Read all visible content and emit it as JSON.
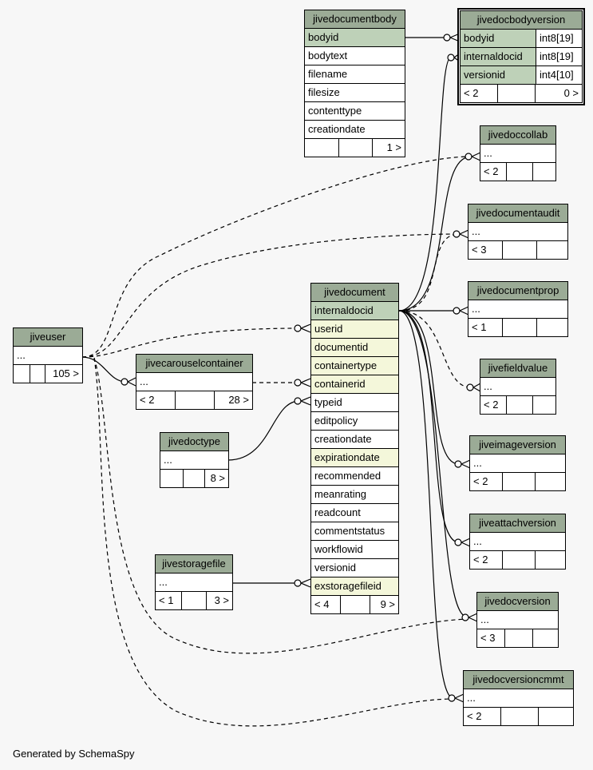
{
  "footer": "Generated by SchemaSpy",
  "tables": {
    "jivedocumentbody": {
      "name": "jivedocumentbody",
      "columns": [
        "bodyid",
        "bodytext",
        "filename",
        "filesize",
        "contenttype",
        "creationdate"
      ],
      "foot": [
        "",
        "",
        "1 >"
      ]
    },
    "jivedocbodyversion": {
      "name": "jivedocbodyversion",
      "columns": [
        [
          "bodyid",
          "int8[19]"
        ],
        [
          "internaldocid",
          "int8[19]"
        ],
        [
          "versionid",
          "int4[10]"
        ]
      ],
      "foot": [
        "< 2",
        "",
        "0 >"
      ]
    },
    "jivedoccollab": {
      "name": "jivedoccollab",
      "columns": [
        "..."
      ],
      "foot": [
        "< 2",
        "",
        ""
      ]
    },
    "jivedocumentaudit": {
      "name": "jivedocumentaudit",
      "columns": [
        "..."
      ],
      "foot": [
        "< 3",
        "",
        ""
      ]
    },
    "jivedocumentprop": {
      "name": "jivedocumentprop",
      "columns": [
        "..."
      ],
      "foot": [
        "< 1",
        "",
        ""
      ]
    },
    "jivefieldvalue": {
      "name": "jivefieldvalue",
      "columns": [
        "..."
      ],
      "foot": [
        "< 2",
        "",
        ""
      ]
    },
    "jiveimageversion": {
      "name": "jiveimageversion",
      "columns": [
        "..."
      ],
      "foot": [
        "< 2",
        "",
        ""
      ]
    },
    "jiveattachversion": {
      "name": "jiveattachversion",
      "columns": [
        "..."
      ],
      "foot": [
        "< 2",
        "",
        ""
      ]
    },
    "jivedocversion": {
      "name": "jivedocversion",
      "columns": [
        "..."
      ],
      "foot": [
        "< 3",
        "",
        ""
      ]
    },
    "jivedocversioncmmt": {
      "name": "jivedocversioncmmt",
      "columns": [
        "..."
      ],
      "foot": [
        "< 2",
        "",
        ""
      ]
    },
    "jiveuser": {
      "name": "jiveuser",
      "columns": [
        "..."
      ],
      "foot": [
        "",
        "",
        "105 >"
      ]
    },
    "jivecarouselcontainer": {
      "name": "jivecarouselcontainer",
      "columns": [
        "..."
      ],
      "foot": [
        "< 2",
        "",
        "28 >"
      ]
    },
    "jivedoctype": {
      "name": "jivedoctype",
      "columns": [
        "..."
      ],
      "foot": [
        "",
        "",
        "8 >"
      ]
    },
    "jivestoragefile": {
      "name": "jivestoragefile",
      "columns": [
        "..."
      ],
      "foot": [
        "< 1",
        "",
        "3 >"
      ]
    },
    "jivedocument": {
      "name": "jivedocument",
      "columns": [
        "internaldocid",
        "userid",
        "documentid",
        "containertype",
        "containerid",
        "typeid",
        "editpolicy",
        "creationdate",
        "expirationdate",
        "recommended",
        "meanrating",
        "readcount",
        "commentstatus",
        "workflowid",
        "versionid",
        "exstoragefileid"
      ],
      "foot": [
        "< 4",
        "",
        "9 >"
      ]
    }
  }
}
